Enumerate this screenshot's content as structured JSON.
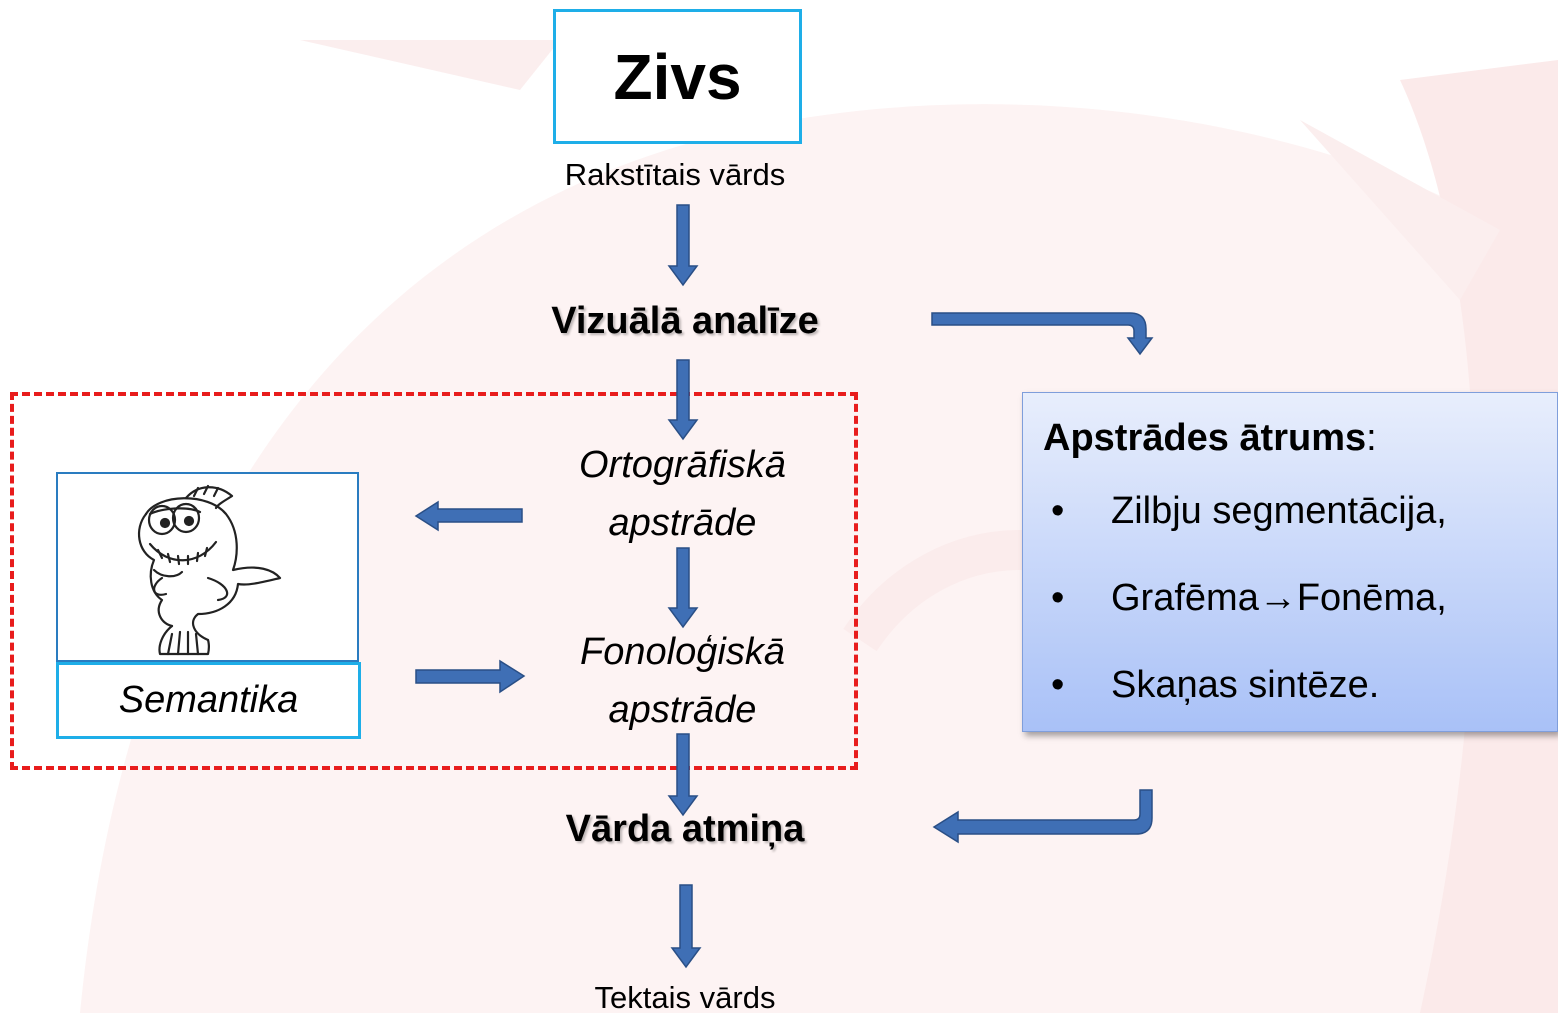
{
  "word_box": {
    "text": "Zivs"
  },
  "captions": {
    "written_word": "Rakstītais vārds",
    "spoken_word": "Tektais vārds"
  },
  "stages": {
    "visual_analysis": "Vizuālā analīze",
    "orthographic": [
      "Ortogrāfiskā",
      "apstrāde"
    ],
    "phonological": [
      "Fonoloģiskā",
      "apstrāde"
    ],
    "word_memory": "Vārda atmiņa"
  },
  "semantics": {
    "label": "Semantika",
    "image": "fish-cartoon"
  },
  "processing_speed": {
    "title": "Apstrādes ātrums",
    "title_suffix": ":",
    "items": [
      "Zilbju segmentācija,",
      "Grafēma→Fonēma,",
      "Skaņas sintēze."
    ]
  },
  "colors": {
    "arrow_fill": "#3f6fb5",
    "arrow_stroke": "#2a4f86",
    "dashed_border": "#e81c1c",
    "word_box_border": "#1eaee8",
    "speed_box_top": "#e8eefc",
    "speed_box_bottom": "#a9c1f7",
    "background_watermark": "#fbeaea"
  }
}
